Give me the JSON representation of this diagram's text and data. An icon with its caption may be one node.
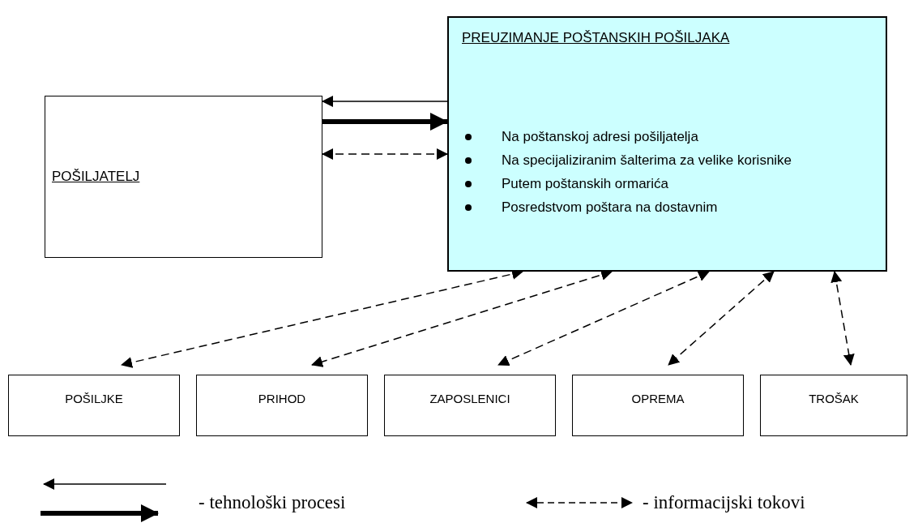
{
  "diagram": {
    "nodes": [
      {
        "text": [
          "PREUZIMANJE POŠTANSKIH POŠILJAKA",
          "Na poštanskoj adresi pošiljatelja",
          "Na specijaliziranim šalterima za velike korisnike",
          "Putem poštanskih ormarića",
          "Posredstvom poštara na dostavnim"
        ]
      },
      {
        "text": [
          "POŠILJATELJ"
        ]
      },
      {
        "text": [
          "POŠILJKE"
        ]
      },
      {
        "text": [
          "PRIHOD"
        ]
      },
      {
        "text": [
          "ZAPOSLENICI"
        ]
      },
      {
        "text": [
          "OPREMA"
        ]
      },
      {
        "text": [
          "TROŠAK"
        ]
      }
    ],
    "edges": [
      {
        "from": 0,
        "to": 1,
        "arrow": "to"
      },
      {
        "from": 1,
        "to": 0,
        "arrow": "to",
        "style": "thick"
      },
      {
        "from": 1,
        "to": 0,
        "arrow": "both",
        "style": "dashed"
      },
      {
        "from": 0,
        "to": 2,
        "arrow": "both",
        "style": "dashed"
      },
      {
        "from": 0,
        "to": 3,
        "arrow": "both",
        "style": "dashed"
      },
      {
        "from": 0,
        "to": 4,
        "arrow": "both",
        "style": "dashed"
      },
      {
        "from": 0,
        "to": 5,
        "arrow": "both",
        "style": "dashed"
      },
      {
        "from": 0,
        "to": 6,
        "arrow": "both",
        "style": "dashed"
      }
    ],
    "legend": [
      {
        "text": "- tehnološki procesi"
      },
      {
        "text": "- informacijski tokovi"
      }
    ]
  }
}
